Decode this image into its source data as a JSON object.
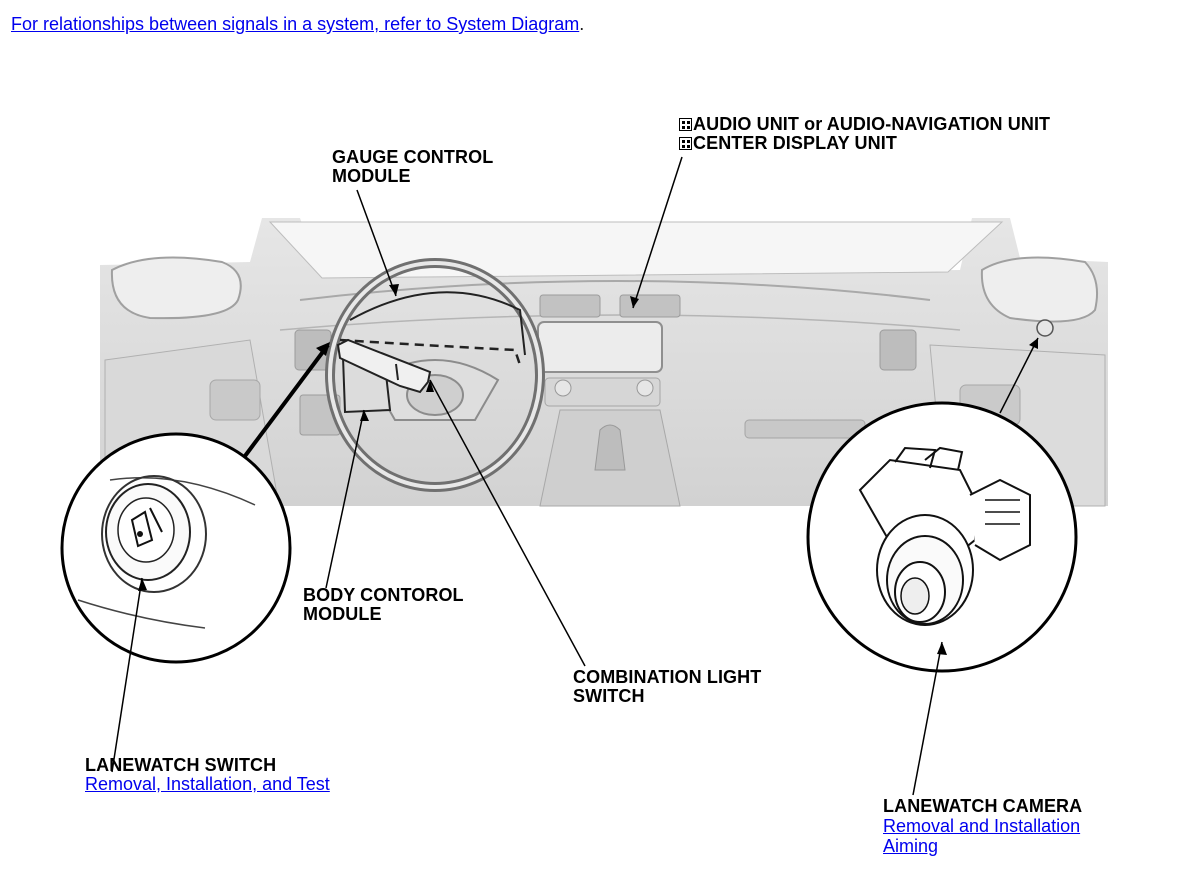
{
  "header": {
    "intro_link": "For relationships between signals in a system, refer to System Diagram",
    "intro_period": "."
  },
  "labels": {
    "gauge_control_module": "GAUGE CONTROL\nMODULE",
    "audio_unit": "AUDIO UNIT or AUDIO-NAVIGATION UNIT",
    "center_display_unit": "CENTER DISPLAY UNIT",
    "body_control_module": "BODY CONTOROL\nMODULE",
    "combination_light_switch": "COMBINATION LIGHT\nSWITCH",
    "lanewatch_switch": "LANEWATCH SWITCH",
    "lanewatch_camera": "LANEWATCH CAMERA"
  },
  "links": {
    "lanewatch_switch_removal": "Removal, Installation, and Test",
    "lanewatch_camera_removal": "Removal and Installation",
    "lanewatch_camera_aiming": "Aiming"
  },
  "icons": {
    "variant_marker": "variant-marker-icon"
  },
  "colors": {
    "link": "#0000ee",
    "line": "#000000",
    "illustration_gray": "#cfcfcf"
  }
}
